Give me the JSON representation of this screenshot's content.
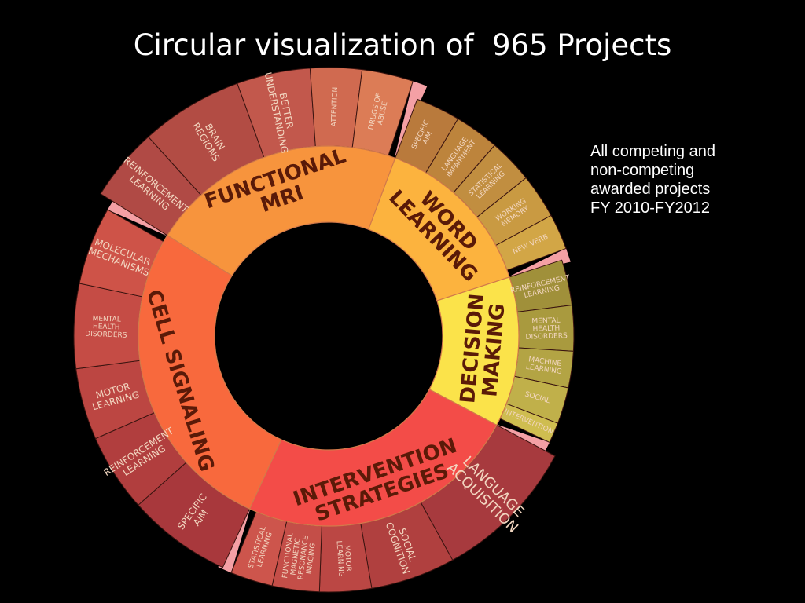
{
  "title": "Circular visualization of  965 Projects",
  "note": {
    "lines": [
      "All competing and",
      "non-competing",
      "awarded projects",
      "FY 2010-FY2012"
    ]
  },
  "colors": {
    "background": "#000000",
    "connector": "#f4a0a5",
    "inner_stroke": "#d27a4a",
    "outer_stroke": "#3a1410"
  },
  "chart_data": {
    "type": "sunburst",
    "title": "Circular visualization of  965 Projects",
    "center_value_shown": false,
    "groups": [
      {
        "name": "FUNCTIONAL MRI",
        "name_lines": [
          "FUNCTIONAL",
          "MRI"
        ],
        "color": "#f7943d",
        "children": [
          {
            "name": "REINFORCEMENT LEARNING",
            "lines": [
              "REINFORCEMENT",
              "LEARNING"
            ],
            "color": "#b04a45",
            "value": 1
          },
          {
            "name": "BRAIN REGIONS",
            "lines": [
              "BRAIN",
              "REGIONS"
            ],
            "color": "#b24c44",
            "value": 1.4
          },
          {
            "name": "BETTER UNDERSTANDING",
            "lines": [
              "BETTER",
              "UNDERSTANDING"
            ],
            "color": "#c2584c",
            "value": 1
          },
          {
            "name": "ATTENTION",
            "lines": [
              "ATTENTION"
            ],
            "color": "#d06a50",
            "value": 0.7
          },
          {
            "name": "DRUGS OF ABUSE",
            "lines": [
              "DRUGS OF",
              "ABUSE"
            ],
            "color": "#dc7c56",
            "value": 0.7
          }
        ]
      },
      {
        "name": "WORD LEARNING",
        "name_lines": [
          "WORD",
          "LEARNING"
        ],
        "color": "#fcb33e",
        "children": [
          {
            "name": "SPECIFIC AIM",
            "lines": [
              "SPECIFIC",
              "AIM"
            ],
            "color": "#b97a3c",
            "value": 1
          },
          {
            "name": "LANGUAGE IMPAIRMENT",
            "lines": [
              "LANGUAGE",
              "IMPAIRMENT"
            ],
            "color": "#bd843c",
            "value": 1
          },
          {
            "name": "STATISTICAL LEARNING",
            "lines": [
              "STATISTICAL",
              "LEARNING"
            ],
            "color": "#c18e40",
            "value": 1
          },
          {
            "name": "WORKING MEMORY",
            "lines": [
              "WORKING",
              "MEMORY"
            ],
            "color": "#c99a42",
            "value": 1
          },
          {
            "name": "NEW VERB",
            "lines": [
              "NEW VERB"
            ],
            "color": "#d2a646",
            "value": 0.8
          }
        ]
      },
      {
        "name": "DECISION MAKING",
        "name_lines": [
          "DECISION",
          "MAKING"
        ],
        "color": "#fbe34a",
        "children": [
          {
            "name": "REINFORCEMENT LEARNING",
            "lines": [
              "REINFORCEMENT",
              "LEARNING"
            ],
            "color": "#a0903a",
            "value": 1
          },
          {
            "name": "MENTAL HEALTH DISORDERS",
            "lines": [
              "MENTAL",
              "HEALTH",
              "DISORDERS"
            ],
            "color": "#a99a3e",
            "value": 1
          },
          {
            "name": "MACHINE LEARNING",
            "lines": [
              "MACHINE",
              "LEARNING"
            ],
            "color": "#b3a444",
            "value": 0.8
          },
          {
            "name": "SOCIAL",
            "lines": [
              "SOCIAL"
            ],
            "color": "#c0b04a",
            "value": 0.8
          },
          {
            "name": "INTERVENTION",
            "lines": [
              "INTERVENTION"
            ],
            "color": "#cfbd50",
            "value": 0.45
          }
        ]
      },
      {
        "name": "INTERVENTION STRATEGIES",
        "name_lines": [
          "INTERVENTION",
          "STRATEGIES"
        ],
        "color": "#f34c48",
        "children": [
          {
            "name": "LANGUAGE ACQUISITION",
            "lines": [
              "LANGUAGE",
              "ACQUISITION"
            ],
            "color": "#a73a3e",
            "value": 3.1
          },
          {
            "name": "SOCIAL COGNITION",
            "lines": [
              "SOCIAL",
              "COGNITION"
            ],
            "color": "#b0403f",
            "value": 1.8
          },
          {
            "name": "MOTOR LEARNING",
            "lines": [
              "MOTOR",
              "LEARNING"
            ],
            "color": "#bb4744",
            "value": 1.1
          },
          {
            "name": "FUNCTIONAL MAGNETIC RESONANCE IMAGING",
            "lines": [
              "FUNCTIONAL",
              "MAGNETIC",
              "RESONANCE",
              "IMAGING"
            ],
            "color": "#c44e48",
            "value": 1
          },
          {
            "name": "STATISTICAL LEARNING",
            "lines": [
              "STATISTICAL",
              "LEARNING"
            ],
            "color": "#cd554c",
            "value": 0.9
          }
        ]
      },
      {
        "name": "CELL SIGNALING",
        "name_lines": [
          "CELL SIGNALING"
        ],
        "color": "#f8693d",
        "children": [
          {
            "name": "SPECIFIC AIM",
            "lines": [
              "SPECIFIC",
              "AIM"
            ],
            "color": "#a8383c",
            "value": 1.6
          },
          {
            "name": "REINFORCEMENT LEARNING",
            "lines": [
              "REINFORCEMENT",
              "LEARNING"
            ],
            "color": "#b13e3e",
            "value": 1.2
          },
          {
            "name": "MOTOR LEARNING",
            "lines": [
              "MOTOR",
              "LEARNING"
            ],
            "color": "#bc4642",
            "value": 1.1
          },
          {
            "name": "MENTAL HEALTH DISORDERS",
            "lines": [
              "MENTAL",
              "HEALTH",
              "DISORDERS"
            ],
            "color": "#c54c45",
            "value": 1.3
          },
          {
            "name": "MOLECULAR MECHANISMS",
            "lines": [
              "MOLECULAR",
              "MECHANISMS"
            ],
            "color": "#ce5348",
            "value": 1.2
          }
        ]
      }
    ]
  }
}
